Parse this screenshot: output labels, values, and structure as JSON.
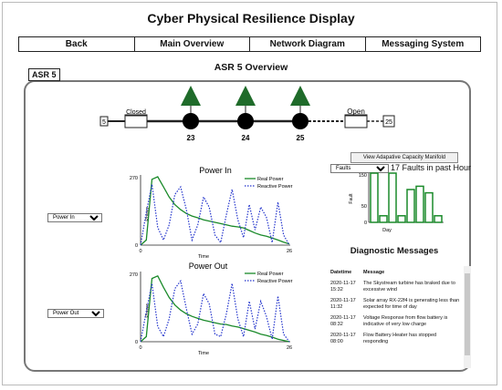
{
  "title": "Cyber Physical Resilience Display",
  "nav": [
    "Back",
    "Main Overview",
    "Network Diagram",
    "Messaging System"
  ],
  "subtitle": "ASR 5 Overview",
  "asr_label": "ASR 5",
  "diagram": {
    "left_node": "5",
    "right_node": "25",
    "left_switch": "Closed",
    "right_switch": "Open",
    "buses": [
      "23",
      "24",
      "25"
    ]
  },
  "colors": {
    "real": "#1a8a2a",
    "reactive": "#2233cc",
    "triangle": "#1f6b2a",
    "bars": "#1a8a2a"
  },
  "power_in": {
    "select": "Power In",
    "title": "Power In",
    "y_top": "270",
    "y_bottom": "0",
    "x_left": "0",
    "x_right": "26",
    "xlabel": "Time",
    "ylabel": "Power",
    "legend": [
      "Real Power",
      "Reactive Power"
    ]
  },
  "power_out": {
    "select": "Power Out",
    "title": "Power Out",
    "y_top": "270",
    "y_bottom": "0",
    "x_left": "0",
    "x_right": "26",
    "xlabel": "Time",
    "ylabel": "Power",
    "legend": [
      "Real Power",
      "Reactive Power"
    ]
  },
  "faults": {
    "button": "View Adapative Capacity Manifold",
    "select": "Faults",
    "summary": "17 Faults in past Hour",
    "y_top": "150",
    "y_mid": "50",
    "y_bottom": "0",
    "xlabel": "Day",
    "ylabel": "Fault"
  },
  "chart_data": [
    {
      "type": "line",
      "title": "Power In",
      "xlabel": "Time",
      "ylabel": "Power",
      "xlim": [
        0,
        26
      ],
      "ylim": [
        0,
        270
      ],
      "x": [
        0,
        1,
        2,
        3,
        4,
        5,
        6,
        7,
        8,
        9,
        10,
        11,
        12,
        13,
        14,
        15,
        16,
        17,
        18,
        19,
        20,
        21,
        22,
        23,
        24,
        25,
        26
      ],
      "series": [
        {
          "name": "Real Power",
          "values": [
            0,
            20,
            260,
            270,
            230,
            190,
            160,
            140,
            125,
            115,
            108,
            100,
            95,
            90,
            85,
            80,
            75,
            72,
            68,
            58,
            48,
            40,
            35,
            28,
            20,
            12,
            5
          ]
        },
        {
          "name": "Reactive Power",
          "values": [
            0,
            130,
            240,
            70,
            20,
            80,
            200,
            230,
            140,
            20,
            80,
            190,
            150,
            40,
            10,
            120,
            220,
            100,
            30,
            160,
            60,
            150,
            110,
            10,
            170,
            40,
            0
          ]
        }
      ]
    },
    {
      "type": "line",
      "title": "Power Out",
      "xlabel": "Time",
      "ylabel": "Power",
      "xlim": [
        0,
        26
      ],
      "ylim": [
        0,
        270
      ],
      "x": [
        0,
        1,
        2,
        3,
        4,
        5,
        6,
        7,
        8,
        9,
        10,
        11,
        12,
        13,
        14,
        15,
        16,
        17,
        18,
        19,
        20,
        21,
        22,
        23,
        24,
        25,
        26
      ],
      "series": [
        {
          "name": "Real Power",
          "values": [
            0,
            20,
            250,
            260,
            215,
            175,
            145,
            125,
            110,
            100,
            92,
            85,
            80,
            75,
            70,
            68,
            62,
            58,
            52,
            45,
            38,
            30,
            25,
            18,
            10,
            5,
            0
          ]
        },
        {
          "name": "Reactive Power",
          "values": [
            0,
            120,
            230,
            60,
            20,
            90,
            210,
            240,
            130,
            30,
            70,
            190,
            150,
            30,
            20,
            110,
            230,
            90,
            20,
            160,
            50,
            160,
            100,
            10,
            180,
            30,
            0
          ]
        }
      ]
    },
    {
      "type": "bar",
      "title": "",
      "xlabel": "Day",
      "ylabel": "Fault",
      "ylim": [
        0,
        150
      ],
      "categories": [
        "1",
        "2",
        "3",
        "4",
        "5",
        "6",
        "7",
        "8"
      ],
      "values": [
        150,
        20,
        150,
        20,
        100,
        110,
        90,
        20
      ]
    }
  ],
  "diagnostics": {
    "title": "Diagnostic Messages",
    "columns": [
      "Datetime",
      "Message"
    ],
    "rows": [
      {
        "datetime": "2020-11-17 15:32",
        "message": "The Skystream turbine has braked due to excessive wind"
      },
      {
        "datetime": "2020-11-17 11:32",
        "message": "Solar array RX-22f4 is generating less than expected for time of day"
      },
      {
        "datetime": "2020-11-17 08:32",
        "message": "Voltage Response from flow battery is indicative of very low charge"
      },
      {
        "datetime": "2020-11-17 08:00",
        "message": "Flow Battery Heater has stopped responding"
      }
    ]
  }
}
